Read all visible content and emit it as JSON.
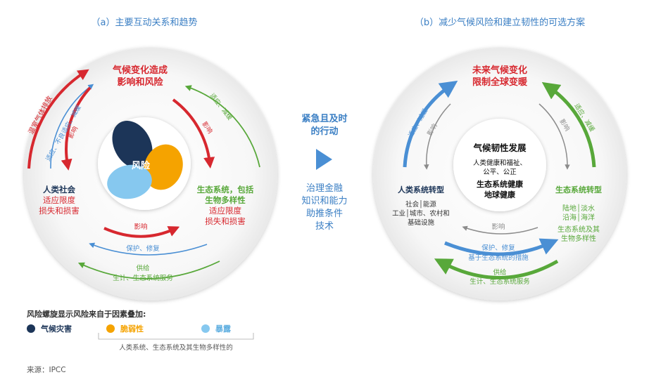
{
  "colors": {
    "red": "#d7282f",
    "blue": "#4a8fd4",
    "green": "#58a83a",
    "gray": "#8c8c8c",
    "navy": "#1c3558",
    "orange": "#f5a300",
    "lightblue": "#86c8ef",
    "caption": "#3b7fc4",
    "text": "#333333"
  },
  "panel_a": {
    "caption": "（a）主要互动关系和趋势",
    "top_title_1": "气候变化造成",
    "top_title_2": "影响和风险",
    "center_label": "风险",
    "left_arrow_text_1": "温室气体排放",
    "left_arrow_text_2": "适应、不良适应、减缓",
    "left_inner_text": "影响",
    "right_arrow_text_1": "适应、减缓",
    "right_inner_text": "影响",
    "left_title": "人类社会",
    "left_sub_1": "适应限度",
    "left_sub_2": "损失和损害",
    "right_title_1": "生态系统，包括",
    "right_title_2": "生物多样性",
    "right_sub_1": "适应限度",
    "right_sub_2": "损失和损害",
    "bottom_red": "影响",
    "bottom_blue": "保护、修复",
    "bottom_green_1": "供给",
    "bottom_green_2": "生计、生态系统服务"
  },
  "middle": {
    "urgent_1": "紧急且及时",
    "urgent_2": "的行动",
    "enablers_1": "治理金融",
    "enablers_2": "知识和能力",
    "enablers_3": "助推条件",
    "enablers_4": "技术"
  },
  "panel_b": {
    "caption": "（b）减少气候风险和建立韧性的可选方案",
    "top_title_1": "未来气候变化",
    "top_title_2": "限制全球变暖",
    "center_title": "气候韧性发展",
    "center_line_1": "人类健康和福祉、",
    "center_line_2": "公平、公正",
    "center_line_3": "生态系统健康",
    "center_line_4": "地球健康",
    "left_arrow_text_1": "适应、减缓",
    "left_inner_text": "影响",
    "right_arrow_text_1": "适应、减缓",
    "right_inner_text": "影响",
    "left_title": "人类系统转型",
    "left_items_1": "社会│能源",
    "left_items_2": "工业│城市、农村和",
    "left_items_3": "基础设施",
    "right_title": "生态系统转型",
    "right_items_1": "陆地│淡水",
    "right_items_2": "沿海│海洋",
    "right_items_3": "生态系统及其",
    "right_items_4": "生物多样性",
    "bottom_gray": "影响",
    "bottom_blue_1": "保护、修复",
    "bottom_blue_2": "基于生态系统的措施",
    "bottom_green_1": "供给",
    "bottom_green_2": "生计、生态系统服务"
  },
  "legend": {
    "title": "风险螺旋显示风险来自于因素叠加:",
    "item_1": "气候灾害",
    "item_2": "脆弱性",
    "item_3": "暴露",
    "bracket_note": "人类系统、生态系统及其生物多样性的"
  },
  "source": "来源：IPCC"
}
